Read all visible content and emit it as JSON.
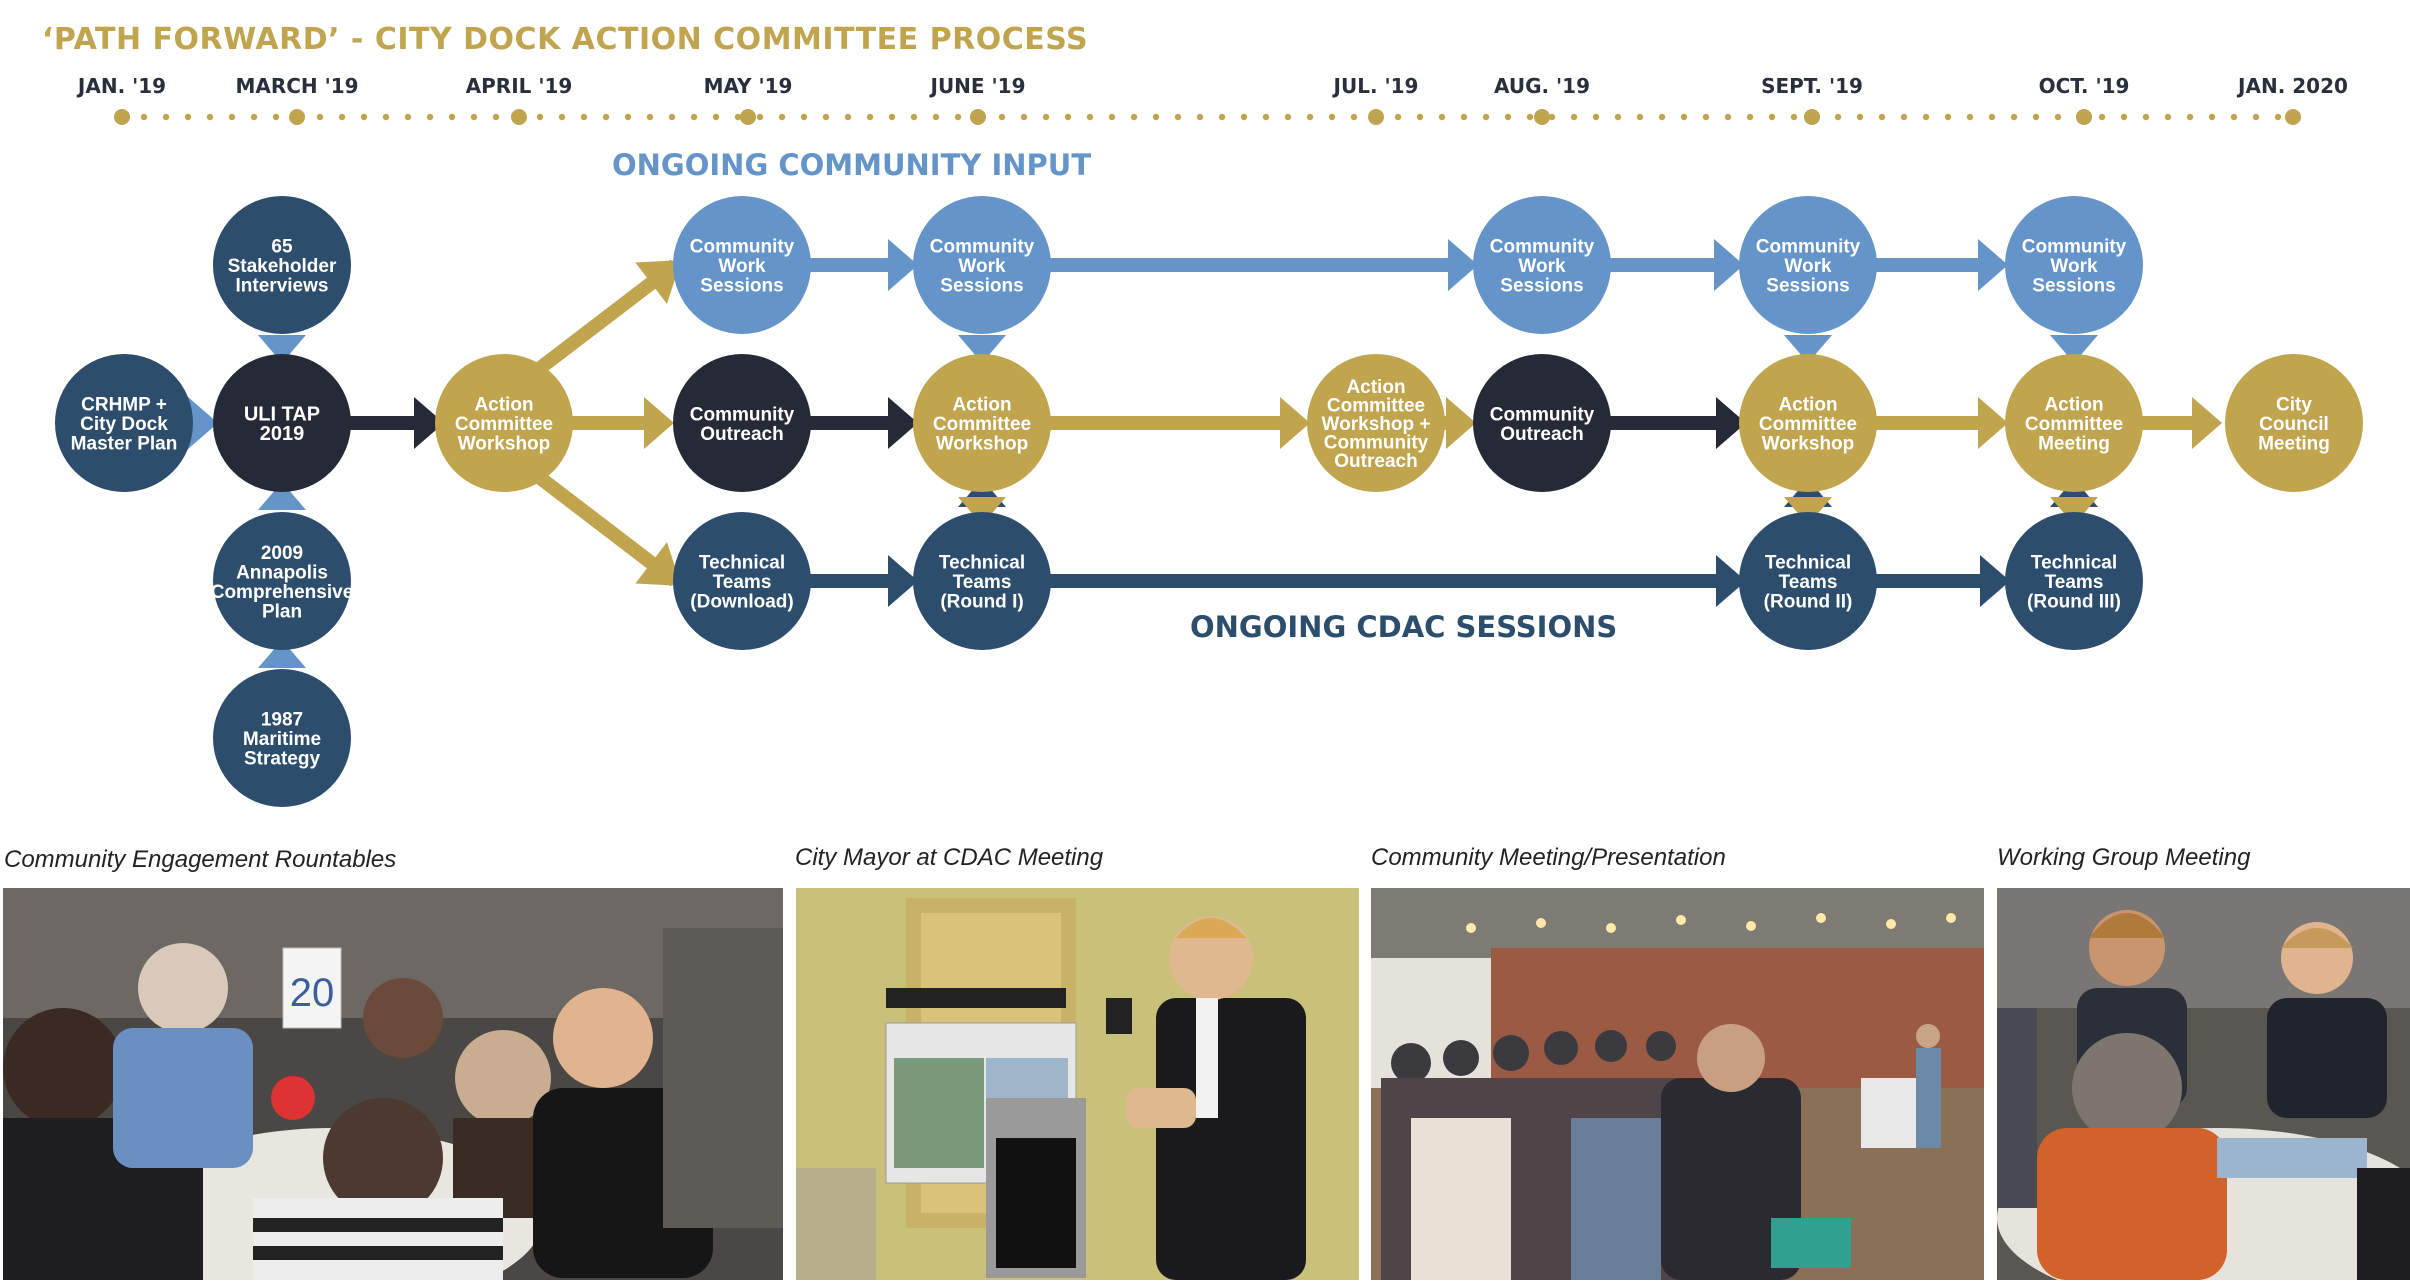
{
  "title": "‘PATH FORWARD’ - CITY DOCK ACTION COMMITTEE PROCESS",
  "colors": {
    "gold": "#c1a44e",
    "light_blue": "#6494c8",
    "navy": "#2d4d6d",
    "charcoal": "#252a36"
  },
  "timeline": {
    "months": [
      "JAN. '19",
      "MARCH '19",
      "APRIL '19",
      "MAY '19",
      "JUNE '19",
      "JUL. '19",
      "AUG. '19",
      "SEPT. '19",
      "OCT. '19",
      "JAN. 2020"
    ]
  },
  "bands": {
    "community_input": "ONGOING COMMUNITY INPUT",
    "cdac_sessions": "ONGOING CDAC SESSIONS"
  },
  "nodes": {
    "crhmp": [
      "CRHMP +",
      "City Dock",
      "Master Plan"
    ],
    "stakeholder": [
      "65",
      "Stakeholder",
      "Interviews"
    ],
    "uli": [
      "ULI TAP",
      "2019"
    ],
    "annapolis": [
      "2009",
      "Annapolis",
      "Comprehensive",
      "Plan"
    ],
    "maritime": [
      "1987",
      "Maritime",
      "Strategy"
    ],
    "action1": [
      "Action",
      "Committee",
      "Workshop"
    ],
    "cws1": [
      "Community",
      "Work",
      "Sessions"
    ],
    "outreach1": [
      "Community",
      "Outreach"
    ],
    "tech_download": [
      "Technical",
      "Teams",
      "(Download)"
    ],
    "cws2": [
      "Community",
      "Work",
      "Sessions"
    ],
    "action2": [
      "Action",
      "Committee",
      "Workshop"
    ],
    "tech1": [
      "Technical",
      "Teams",
      "(Round I)"
    ],
    "action_combo": [
      "Action",
      "Committee",
      "Workshop +",
      "Community",
      "Outreach"
    ],
    "cws3": [
      "Community",
      "Work",
      "Sessions"
    ],
    "outreach2": [
      "Community",
      "Outreach"
    ],
    "cws4": [
      "Community",
      "Work",
      "Sessions"
    ],
    "action3": [
      "Action",
      "Committee",
      "Workshop"
    ],
    "tech2": [
      "Technical",
      "Teams",
      "(Round II)"
    ],
    "cws5": [
      "Community",
      "Work",
      "Sessions"
    ],
    "action_meeting": [
      "Action",
      "Committee",
      "Meeting"
    ],
    "tech3": [
      "Technical",
      "Teams",
      "(Round III)"
    ],
    "council": [
      "City",
      "Council",
      "Meeting"
    ]
  },
  "photos": [
    {
      "caption": "Community Engagement Rountables",
      "table_sign": "20"
    },
    {
      "caption": "City Mayor at CDAC Meeting"
    },
    {
      "caption": "Community Meeting/Presentation"
    },
    {
      "caption": "Working Group Meeting"
    }
  ]
}
